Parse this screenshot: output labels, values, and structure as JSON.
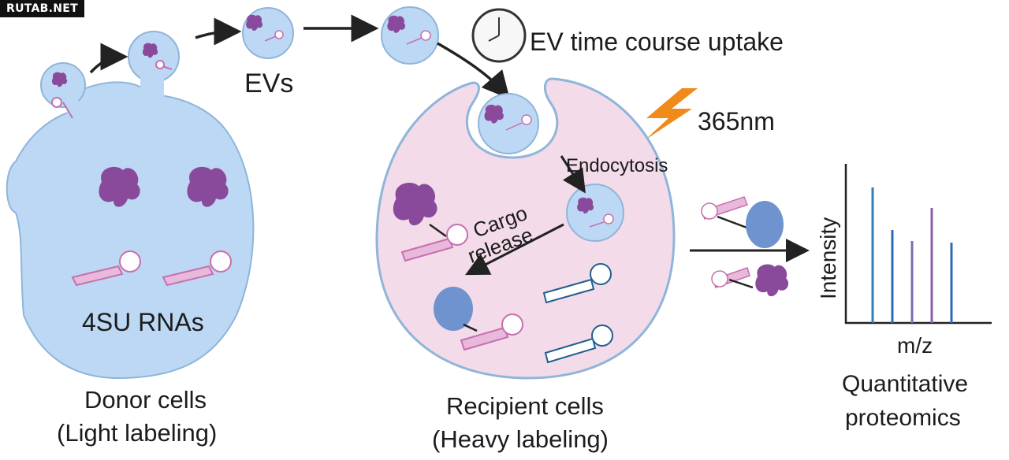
{
  "watermark": "RUTAB.NET",
  "labels": {
    "evs": "EVs",
    "time_course": "EV time course uptake",
    "wavelength": "365nm",
    "endocytosis": "Endocytosis",
    "cargo": "Cargo",
    "release": "release",
    "rna": "4SU RNAs",
    "donor_title": "Donor cells",
    "donor_sub": "(Light labeling)",
    "recipient_title": "Recipient cells",
    "recipient_sub": "(Heavy labeling)",
    "y_axis": "Intensity",
    "x_axis": "m/z",
    "quant1": "Quantitative",
    "quant2": "proteomics"
  },
  "colors": {
    "donor_cell": "#bcd8f4",
    "recipient_cell": "#f3dbea",
    "protein_purple": "#8a4a9c",
    "protein_blue": "#6f93cf",
    "lightning": "#f08a1a",
    "rna_pink": "#d98fc6",
    "rna_blue": "#1f5f8f"
  },
  "chart_data": {
    "type": "bar",
    "xlabel": "m/z",
    "ylabel": "Intensity",
    "series": [
      {
        "values": [
          0.86,
          0.59,
          0.52,
          0.73,
          0.51
        ]
      }
    ],
    "bar_colors": [
      "#2b7fbf",
      "#2b6cb5",
      "#7a6fb0",
      "#8a5ea8",
      "#2b6cb5"
    ]
  }
}
